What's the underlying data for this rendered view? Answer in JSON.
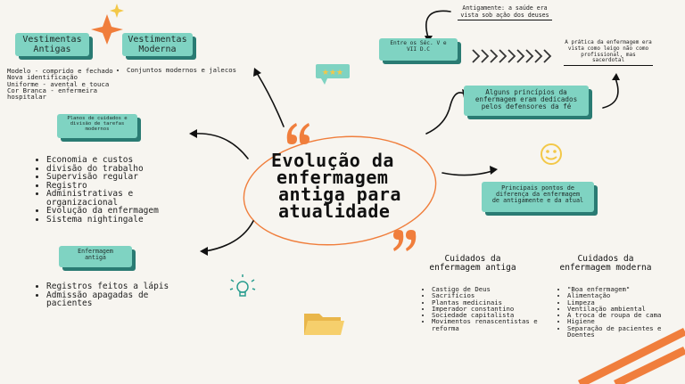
{
  "title": "Evolução da enfermagem antiga para atualidade",
  "title_lines": [
    "Evolução da",
    "enfermagem",
    "antiga para",
    "atualidade"
  ],
  "boxes": {
    "vest_antigas": "Vestimentas Antigas",
    "vest_moderna": "Vestimentas Moderna",
    "planos": "Planos de cuidados e divisão de tarefas modernos",
    "enf_antiga": "Enfermagem antiga",
    "sec_v": "Entre os Séc. V e VII D.C",
    "pratica": "A prática da enfermagem era vista como leigo não como profissional, mas sacerdotal",
    "principios": "Alguns princípios da enfermagem eram dedicados pelos defensores da fé",
    "pontos": "Principais pontos de diferença da enfermagem de antigamente e da atual"
  },
  "note_top": "Antigamente: a saúde era vista sob ação dos deuses",
  "lists": {
    "vest_antigas": [
      "Modelo - comprido e fechado",
      "Nova identificação",
      "Uniforme - avental e touca",
      "Cor Branca - enfermeira hospitalar"
    ],
    "vest_moderna": [
      "Conjuntos modernos e jalecos"
    ],
    "planos": [
      "Economia e custos",
      "divisão do trabalho",
      "Supervisão regular",
      "Registro",
      "Administrativas e organizacional",
      "Evolução da enfermagem",
      "Sistema nightingale"
    ],
    "enf_antiga": [
      "Registros feitos a lápis",
      "Admissão apagadas de pacientes"
    ],
    "cuidados_antiga": [
      "Castigo de Deus",
      "Sacrifícios",
      "Plantas medicinais",
      "Imperador constantino",
      "Sociedade capitalista",
      "Movimentos renascentistas e reforma"
    ],
    "cuidados_moderna": [
      "\"Boa enfermagem\"",
      "Alimentação",
      "Limpeza",
      "Ventilação ambiental",
      "A troca de roupa de cama",
      "Higiene",
      "Separação de pacientes e Doentes"
    ]
  },
  "headings": {
    "cuidados_antiga": "Cuidados da enfermagem antiga",
    "cuidados_moderna": "Cuidados da enfermagem moderna"
  },
  "colors": {
    "box": "#7fd3c2",
    "shadow": "#2a7b73",
    "accent": "#f07e3c",
    "yellow": "#f3c848"
  }
}
